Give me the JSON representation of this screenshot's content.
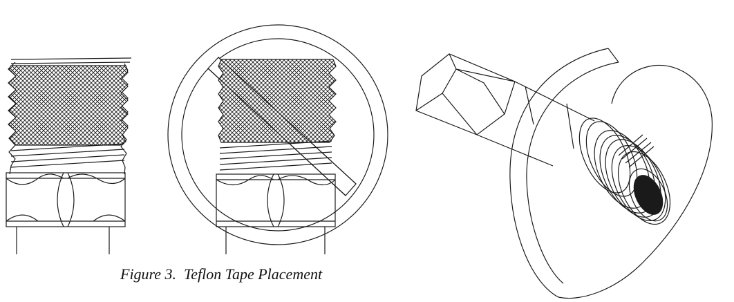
{
  "caption": "Figure 3.  Teflon Tape Placement",
  "colors": {
    "line": "#1a1a1a",
    "background": "#ffffff"
  },
  "panels": [
    {
      "id": "correct-placement",
      "depicts": "tape wrapped on threads above the first thread"
    },
    {
      "id": "incorrect-placement",
      "depicts": "tape covering the first thread, crossed out"
    },
    {
      "id": "wrapping-view",
      "depicts": "fitting with tape being wrapped around threads"
    }
  ]
}
